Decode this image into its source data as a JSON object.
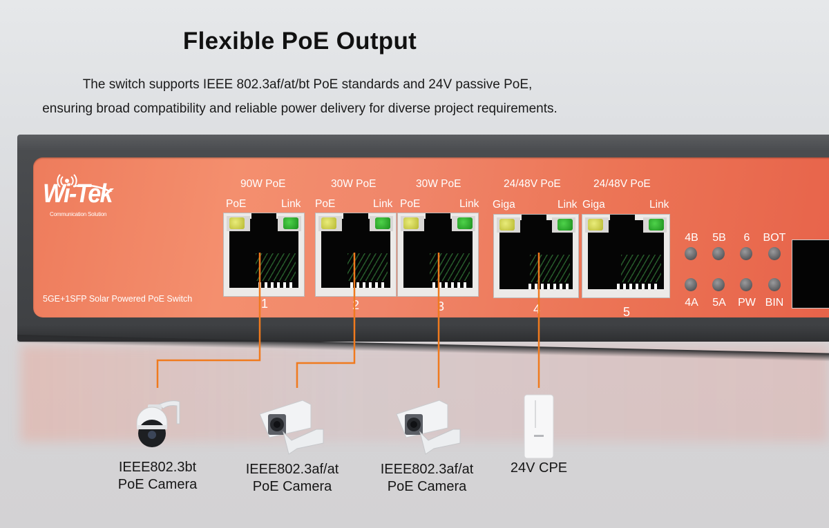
{
  "header": {
    "title": "Flexible PoE Output",
    "subtitle_line1": "The switch supports IEEE 802.3af/at/bt PoE standards and 24V passive PoE,",
    "subtitle_line2": "ensuring broad compatibility and reliable power delivery for diverse project requirements."
  },
  "switch": {
    "brand": "Wi-Tek",
    "brand_tagline": "Communication Solution",
    "model": "5GE+1SFP  Solar  Powered PoE Switch",
    "ports": [
      {
        "number": "1",
        "power": "90W  PoE",
        "left_led": "PoE",
        "right_led": "Link"
      },
      {
        "number": "2",
        "power": "30W  PoE",
        "left_led": "PoE",
        "right_led": "Link"
      },
      {
        "number": "3",
        "power": "30W  PoE",
        "left_led": "PoE",
        "right_led": "Link"
      },
      {
        "number": "4",
        "power": "24/48V  PoE",
        "left_led": "Giga",
        "right_led": "Link"
      },
      {
        "number": "5",
        "power": "24/48V  PoE",
        "left_led": "Giga",
        "right_led": "Link"
      }
    ],
    "indicators_top": [
      "4B",
      "5B",
      "6",
      "BOT"
    ],
    "indicators_bottom": [
      "4A",
      "5A",
      "PW",
      "BIN"
    ]
  },
  "devices": [
    {
      "line1": "IEEE802.3bt",
      "line2": "PoE Camera",
      "icon": "ptz-dome-camera-icon"
    },
    {
      "line1": "IEEE802.3af/at",
      "line2": "PoE Camera",
      "icon": "bullet-camera-icon"
    },
    {
      "line1": "IEEE802.3af/at",
      "line2": "PoE Camera",
      "icon": "bullet-camera-icon"
    },
    {
      "line1": "24V CPE",
      "line2": "",
      "icon": "outdoor-cpe-icon"
    }
  ],
  "colors": {
    "face_orange": "#f0866a",
    "wire_orange": "#f07a1e",
    "led_yellow": "#c9cb3e",
    "led_green": "#2aa82c",
    "chassis": "#45474a"
  }
}
